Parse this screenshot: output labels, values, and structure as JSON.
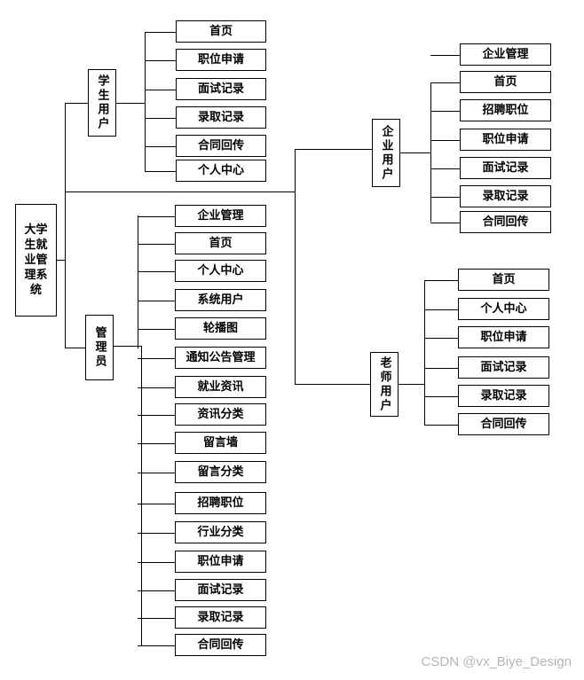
{
  "root": {
    "label": "大学生就业管理系统"
  },
  "groups": {
    "student": {
      "label": "学生用户",
      "items": [
        "首页",
        "职位申请",
        "面试记录",
        "录取记录",
        "合同回传",
        "个人中心"
      ]
    },
    "admin": {
      "label": "管理员",
      "items": [
        "企业管理",
        "首页",
        "个人中心",
        "系统用户",
        "轮播图",
        "通知公告管理",
        "就业资讯",
        "资讯分类",
        "留言墙",
        "留言分类",
        "招聘职位",
        "行业分类",
        "职位申请",
        "面试记录",
        "录取记录",
        "合同回传"
      ]
    },
    "enterprise": {
      "label": "企业用户",
      "items": [
        "企业管理",
        "首页",
        "招聘职位",
        "职位申请",
        "面试记录",
        "录取记录",
        "合同回传"
      ]
    },
    "teacher": {
      "label": "老师用户",
      "items": [
        "首页",
        "个人中心",
        "职位申请",
        "面试记录",
        "录取记录",
        "合同回传"
      ]
    }
  },
  "watermark": "CSDN @vx_Biye_Design"
}
